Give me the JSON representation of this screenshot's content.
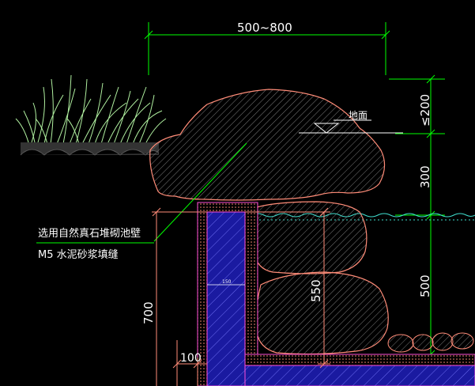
{
  "dimensions": {
    "top_width": "500~800",
    "lte_200": "≤200",
    "d300": "300",
    "d500": "500",
    "d700": "700",
    "d550": "550",
    "d100": "100",
    "small_label": "150"
  },
  "labels": {
    "ground": "地面",
    "note_line1": "选用自然真石堆砌池壁",
    "note_line2": "M5 水泥砂浆填缝"
  },
  "colors": {
    "background": "#000000",
    "dimension_lines": "#00ff00",
    "stone_outline": "#ff8c78",
    "wall_fill": "#1a1aa0",
    "mortar_outline": "#ff4fd8",
    "water_line": "#40e0d0",
    "grass": "#b0f0a0",
    "text": "#ffffff",
    "hatch": "#8a8a8a"
  },
  "icons": {
    "ground_symbol": "ground-level-marker-icon",
    "grass": "grass-clump-icon"
  }
}
